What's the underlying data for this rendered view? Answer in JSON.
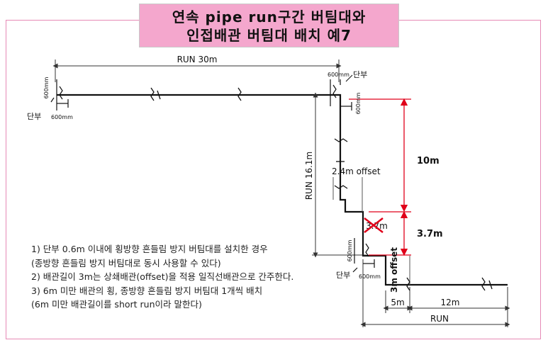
{
  "title": {
    "line1": "연속 pipe run구간 버팀대와",
    "line2": "인접배관 버팀대 배치 예7"
  },
  "labels": {
    "run_30m": "RUN 30m",
    "run_16_1m": "RUN 16.1m",
    "offset_2_4m": "2.4m offset",
    "dim_10m": "10m",
    "dim_3_7m": "3.7m",
    "crossed_3_7m": "3.7m",
    "offset_3m": "3m offset",
    "dim_5m": "5m",
    "dim_12m": "12m",
    "run_bottom": "RUN",
    "danbu": "단부",
    "mm600": "600mm"
  },
  "colors": {
    "frame": "#e68ab6",
    "title_bg": "#f4a7cd",
    "dimension_arrow": "#e0001a",
    "crossed_mark": "#e0001a"
  },
  "notes": [
    "1) 단부 0.6m 이내에 횡방향 흔들림 방지 버팀대를 설치한 경우",
    "   (종방향 흔들림 방지 버팀대로 동시 사용할 수 있다)",
    "2) 배관길이 3m는 상쇄배관(offset)을 적용 일직선배관으로 간주한다.",
    "3) 6m 미만 배관의 횡, 종방향 흔들림 방지 버팀대 1개씩 배치",
    "   (6m 미만 배관길이를 short run이라 말한다)"
  ]
}
